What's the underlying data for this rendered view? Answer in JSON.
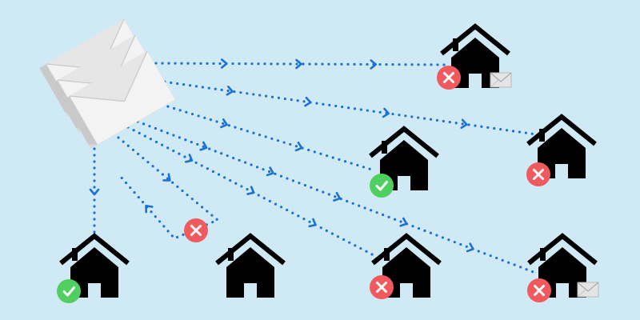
{
  "colors": {
    "background": "#cfe9f5",
    "route": "#1d72d1",
    "house": "#000000",
    "failure": "#f05a5e",
    "success": "#4fcf60",
    "envelope_light": "#f3f3f3",
    "envelope_shadow": "#d8d8d8",
    "mini_envelope": "#e4e4e4"
  },
  "icons": {
    "envelope_stack": "envelope-stack-icon",
    "house": "house-icon",
    "failure": "x-circle-icon",
    "success": "check-circle-icon",
    "mail": "mail-icon"
  },
  "houses": [
    {
      "id": "top-right",
      "status": "failure",
      "mail_delivered": true
    },
    {
      "id": "center",
      "status": "success",
      "mail_delivered": false
    },
    {
      "id": "mid-right",
      "status": "failure",
      "mail_delivered": false
    },
    {
      "id": "bottom-left",
      "status": "success",
      "mail_delivered": false
    },
    {
      "id": "bottom-mid",
      "status": "none",
      "mail_delivered": false
    },
    {
      "id": "bottom-center",
      "status": "failure",
      "mail_delivered": false
    },
    {
      "id": "bottom-right",
      "status": "failure",
      "mail_delivered": true
    }
  ],
  "routes": [
    {
      "to": "top-right",
      "outcome": "delivered"
    },
    {
      "to": "mid-right",
      "outcome": "delivered"
    },
    {
      "to": "center",
      "outcome": "delivered"
    },
    {
      "to": "bottom-center",
      "outcome": "delivered"
    },
    {
      "to": "bottom-right",
      "outcome": "delivered"
    },
    {
      "to": "bottom-left",
      "outcome": "delivered"
    },
    {
      "to": "bottom-mid",
      "outcome": "bounced"
    }
  ]
}
